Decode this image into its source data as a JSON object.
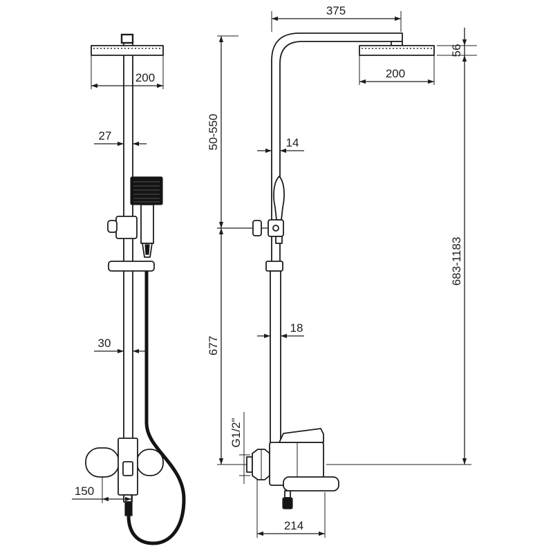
{
  "front_view": {
    "head_width": "200",
    "upper_pipe_dia": "27",
    "lower_pipe_dia": "30",
    "inlet_centers": "150"
  },
  "side_view": {
    "arm_reach": "375",
    "head_height": "56",
    "head_width": "200",
    "arm_height": "50-550",
    "upper_pipe_dia": "14",
    "overall_height": "683-1183",
    "lower_pipe_dia": "18",
    "bar_height": "677",
    "thread": "G1/2\"",
    "spout_reach": "214"
  },
  "colors": {
    "line": "#1c1c1c",
    "fill": "#ffffff",
    "hose": "#141414",
    "background": "#ffffff"
  }
}
